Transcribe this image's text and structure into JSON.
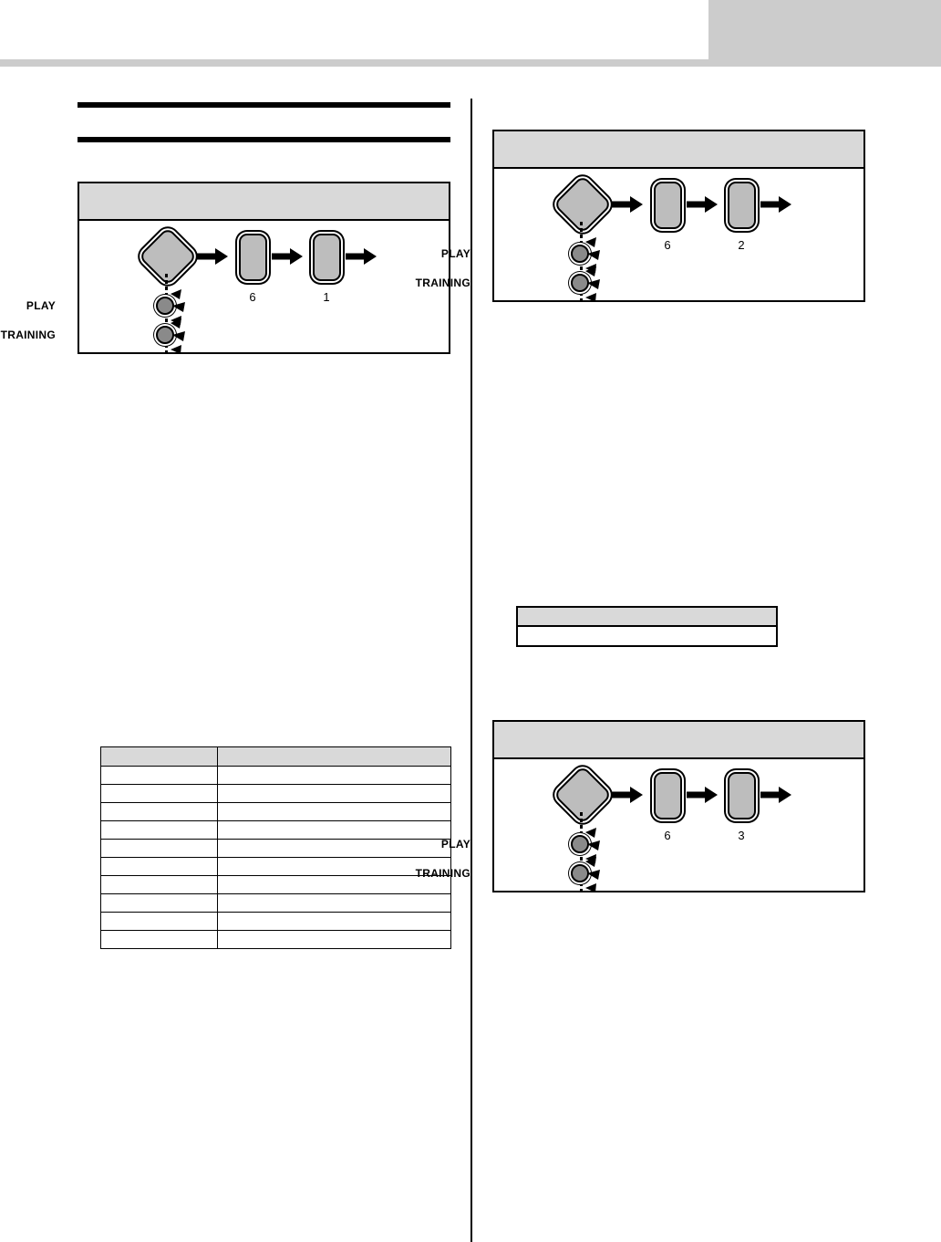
{
  "page": {
    "header": {
      "corner_block_color": "#cccccc",
      "rule_color": "#cccccc"
    },
    "divider_color": "#000000",
    "heading_rule_color": "#000000"
  },
  "left_column": {
    "heading_rule_top": "",
    "heading_rule_sub": "",
    "figure": {
      "caption": "",
      "diagram": {
        "mode_control_label": "",
        "steps": [
          {
            "type": "diamond-button",
            "label": ""
          },
          {
            "type": "arrow",
            "label": ""
          },
          {
            "type": "number-button",
            "label": "6"
          },
          {
            "type": "arrow",
            "label": ""
          },
          {
            "type": "number-button",
            "label": "1"
          },
          {
            "type": "arrow",
            "label": ""
          }
        ],
        "indicators": [
          {
            "name": "PLAY",
            "state": "blinking"
          },
          {
            "name": "TRAINING",
            "state": "blinking"
          }
        ]
      }
    },
    "spec_table": {
      "columns": [
        "",
        ""
      ],
      "rows": [
        [
          "",
          ""
        ],
        [
          "",
          ""
        ],
        [
          "",
          ""
        ],
        [
          "",
          ""
        ],
        [
          "",
          ""
        ],
        [
          "",
          ""
        ],
        [
          "",
          ""
        ],
        [
          "",
          ""
        ],
        [
          "",
          ""
        ],
        [
          "",
          ""
        ]
      ]
    }
  },
  "right_column": {
    "figure_top": {
      "caption": "",
      "diagram": {
        "steps": [
          {
            "type": "diamond-button",
            "label": ""
          },
          {
            "type": "arrow",
            "label": ""
          },
          {
            "type": "number-button",
            "label": "6"
          },
          {
            "type": "arrow",
            "label": ""
          },
          {
            "type": "number-button",
            "label": "2"
          },
          {
            "type": "arrow",
            "label": ""
          }
        ],
        "indicators": [
          {
            "name": "PLAY",
            "state": "blinking"
          },
          {
            "name": "TRAINING",
            "state": "blinking"
          }
        ]
      }
    },
    "note_box": {
      "header": "",
      "body": ""
    },
    "figure_bottom": {
      "caption": "",
      "diagram": {
        "steps": [
          {
            "type": "diamond-button",
            "label": ""
          },
          {
            "type": "arrow",
            "label": ""
          },
          {
            "type": "number-button",
            "label": "6"
          },
          {
            "type": "arrow",
            "label": ""
          },
          {
            "type": "number-button",
            "label": "3"
          },
          {
            "type": "arrow",
            "label": ""
          }
        ],
        "indicators": [
          {
            "name": "PLAY",
            "state": "blinking"
          },
          {
            "name": "TRAINING",
            "state": "blinking"
          }
        ]
      }
    }
  },
  "icons": {
    "arrow": "right-arrow-icon",
    "diamond": "diamond-mode-button-icon",
    "lamp": "led-lamp-icon",
    "flash": "led-blink-rays-icon",
    "dots": "dotted-connector-icon"
  }
}
